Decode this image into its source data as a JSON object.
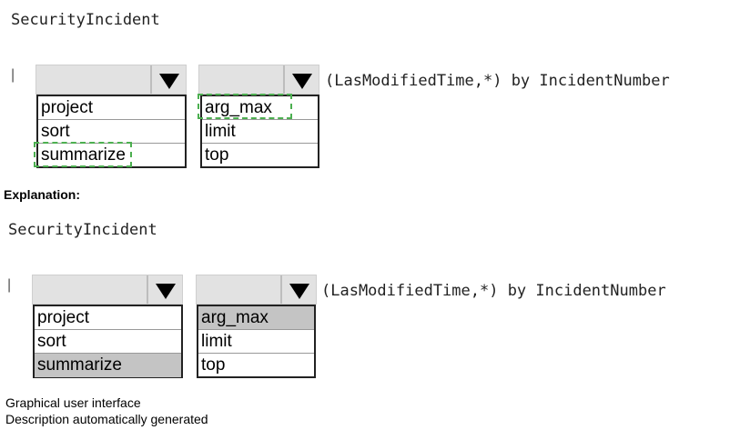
{
  "question": {
    "title": "SecurityIncident",
    "pipe": "|",
    "dropdown1": {
      "options": [
        "project",
        "sort",
        "summarize"
      ],
      "marked": "summarize"
    },
    "dropdown2": {
      "options": [
        "arg_max",
        "limit",
        "top"
      ],
      "marked": "arg_max"
    },
    "suffix": "(LasModifiedTime,*) by IncidentNumber"
  },
  "explanation_label": "Explanation:",
  "answer": {
    "title": "SecurityIncident",
    "pipe": "|",
    "dropdown1": {
      "options": [
        "project",
        "sort",
        "summarize"
      ],
      "selected": "summarize"
    },
    "dropdown2": {
      "options": [
        "arg_max",
        "limit",
        "top"
      ],
      "selected": "arg_max"
    },
    "suffix": "(LasModifiedTime,*) by IncidentNumber"
  },
  "caption": [
    "Graphical user interface",
    "Description automatically generated"
  ]
}
